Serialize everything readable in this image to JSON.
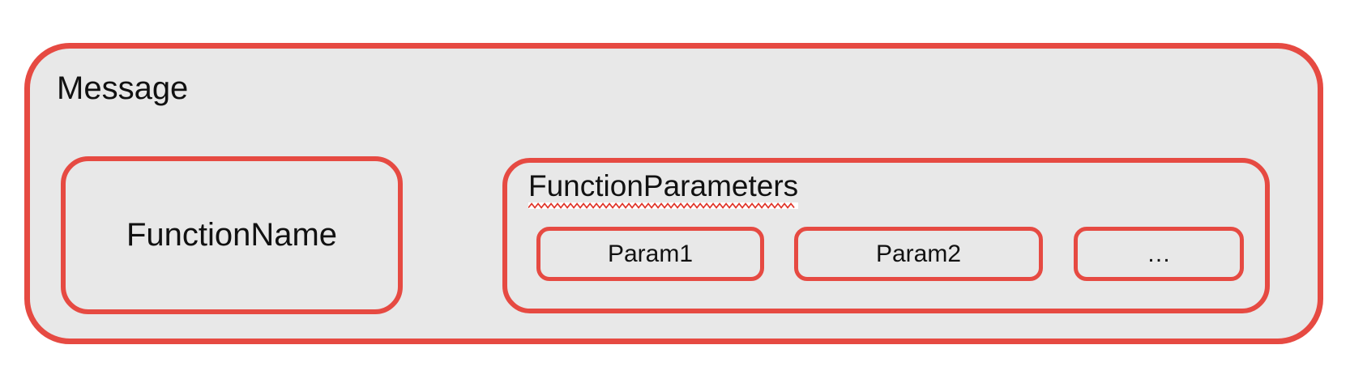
{
  "diagram": {
    "message": {
      "label": "Message"
    },
    "function_name": {
      "label": "FunctionName"
    },
    "function_parameters": {
      "label": "FunctionParameters",
      "has_spellcheck_squiggle": true,
      "params": [
        {
          "label": "Param1"
        },
        {
          "label": "Param2"
        },
        {
          "label": "…"
        }
      ]
    },
    "colors": {
      "border_red": "#E64A42",
      "fill_gray": "#E8E8E8",
      "squiggle_red": "#E03428",
      "text": "#111111",
      "page_bg": "#FFFFFF"
    }
  }
}
